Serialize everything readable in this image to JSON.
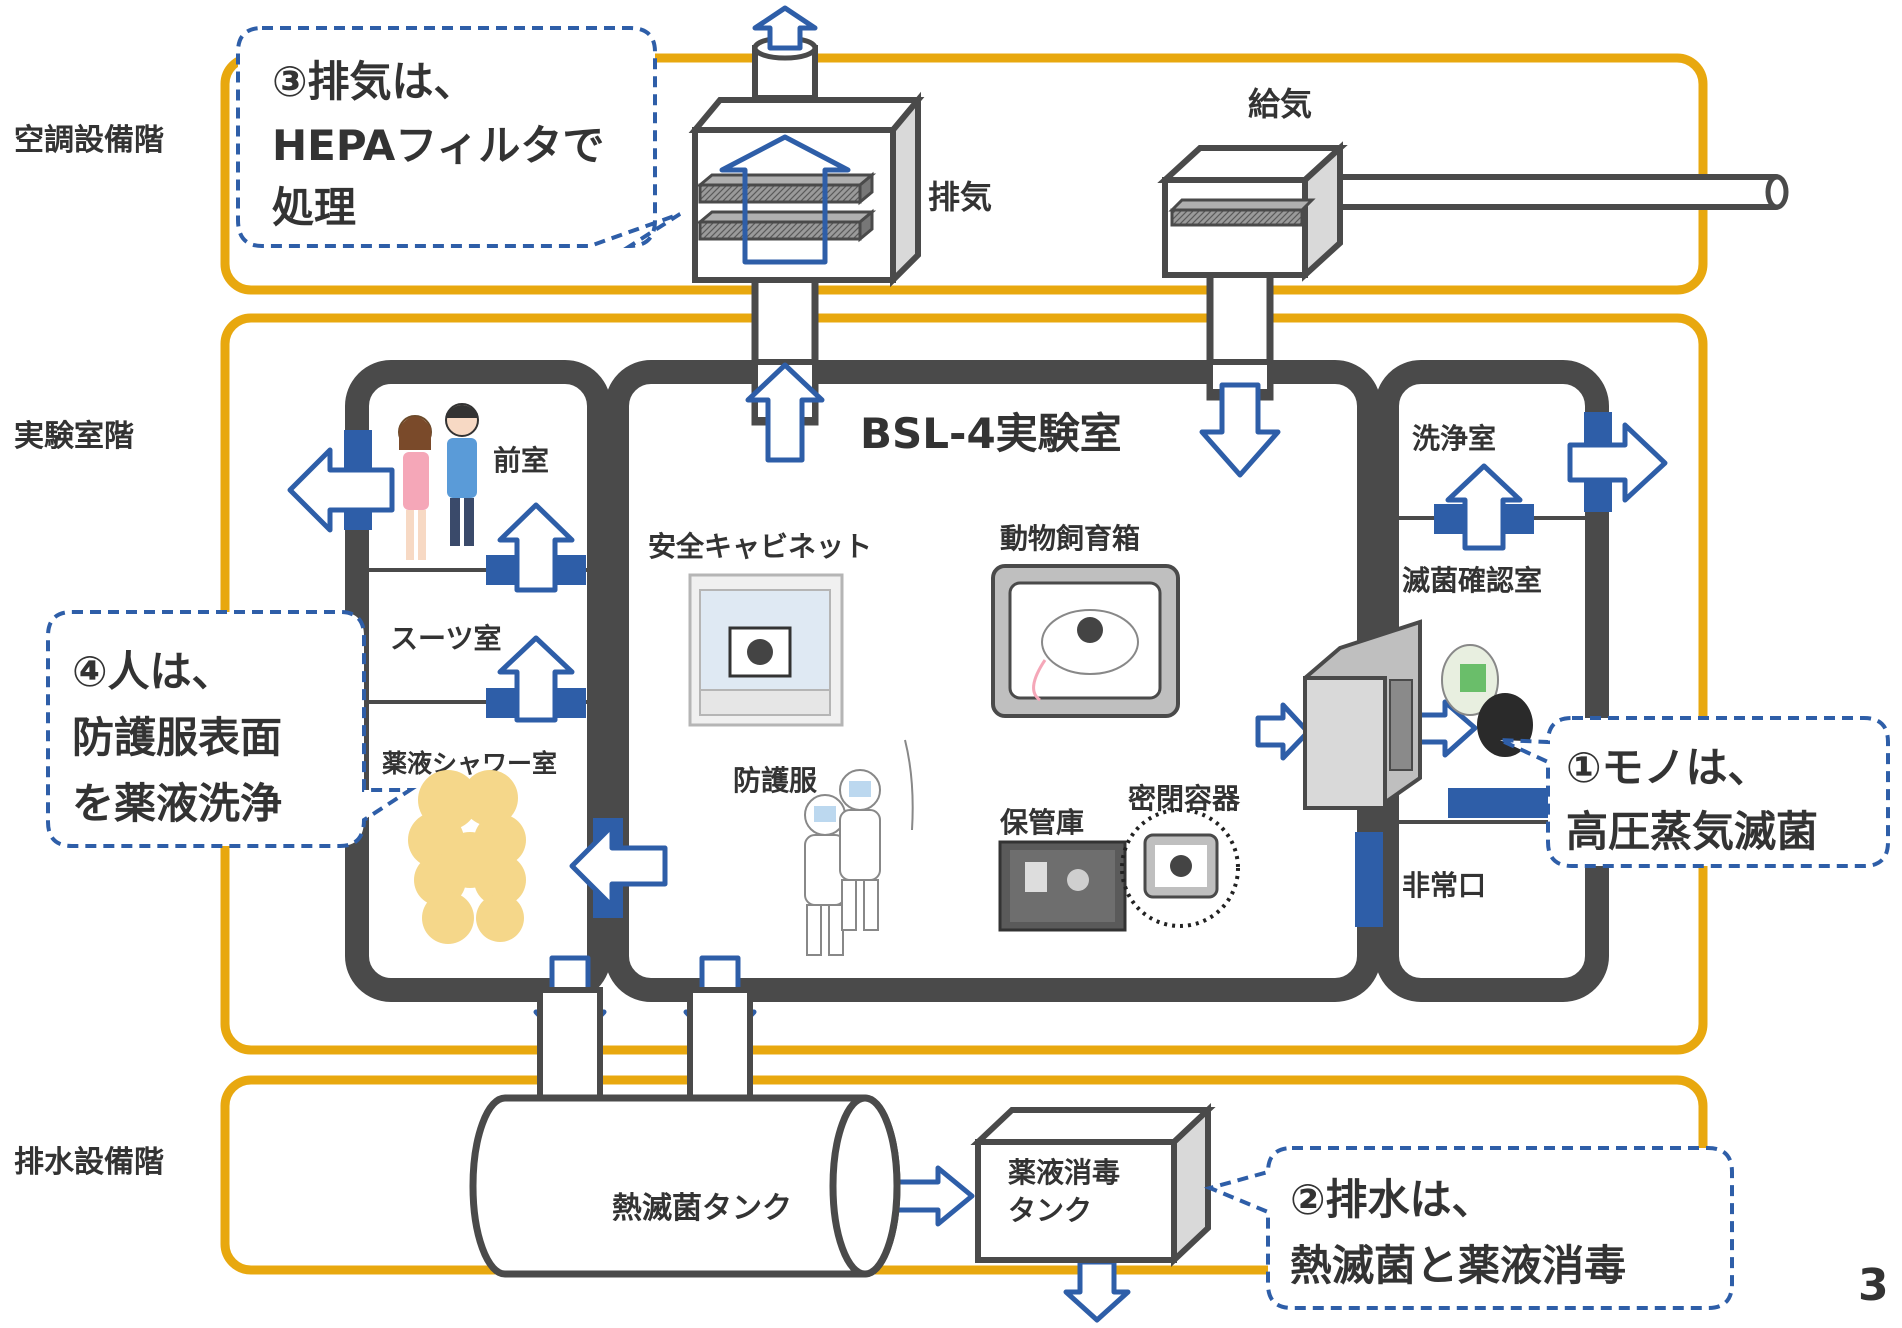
{
  "floors": {
    "air": "空調設備階",
    "lab": "実験室階",
    "drain": "排水設備階"
  },
  "equipment": {
    "exhaust": "排気",
    "supply": "給気",
    "bsl4": "BSL-4実験室",
    "anteroom": "前室",
    "suit_room": "スーツ室",
    "shower_room": "薬液シャワー室",
    "safety_cabinet": "安全キャビネット",
    "animal_box": "動物飼育箱",
    "protective_suit": "防護服",
    "storage": "保管庫",
    "sealed_container": "密閉容器",
    "wash_room": "洗浄室",
    "sterile_check": "滅菌確認室",
    "emergency_exit": "非常口",
    "heat_tank": "熱滅菌タンク",
    "chem_tank_1": "薬液消毒",
    "chem_tank_2": "タンク"
  },
  "callouts": {
    "c3": [
      "③排気は、",
      "HEPAフィルタで",
      "処理"
    ],
    "c4": [
      "④人は、",
      "防護服表面",
      "を薬液洗浄"
    ],
    "c1": [
      "①モノは、",
      "高圧蒸気滅菌"
    ],
    "c2": [
      "②排水は、",
      "熱滅菌と薬液消毒"
    ]
  },
  "page_number": "3",
  "colors": {
    "floor_border": "#E8A80F",
    "wall": "#4A4A4A",
    "door": "#2E5EA8",
    "arrow": "#2E5EA8",
    "callout_border": "#2E5EA8",
    "text": "#333333",
    "shower_foam": "#F5D78A"
  }
}
